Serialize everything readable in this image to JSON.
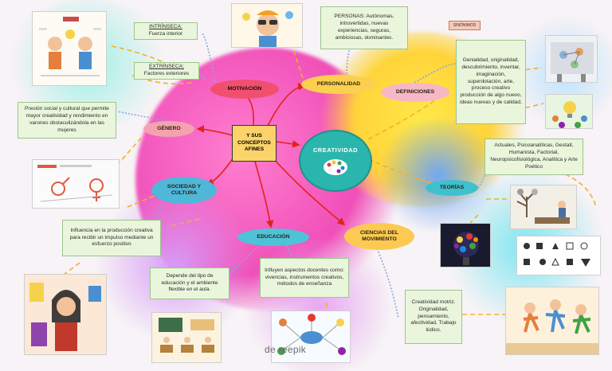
{
  "center": {
    "label": "Y SUS CONCEPTOS AFINES"
  },
  "creatividad": {
    "label": "CREATIVIDAD"
  },
  "nodes": {
    "motivacion": "MOTIVACIÓN",
    "personalidad": "PERSONALIDAD",
    "definiciones": "DEFINICIONES",
    "genero": "GÉNERO",
    "sociedad": "SOCIEDAD Y CULTURA",
    "educacion": "EDUCACIÓN",
    "ciencias": "CIENCIAS DEL MOVIMIENTO",
    "teorias": "TEORÍAS"
  },
  "boxes": {
    "intrinseca_title": "INTRÍNSECA:",
    "intrinseca_text": "Fuerza interior",
    "extrinseca_title": "EXTRÍNSECA:",
    "extrinseca_text": "Factores exteriores",
    "personas": "PERSONAS: Autónomas, introvertidas, nuevas experiencias, seguras, ambiciosas, dominantes.",
    "definicion": "Genialidad, originalidad, descubrimiento, inventar, imaginación, superdotación, arte, proceso creativo producción de algo nuevo, ideas nuevas y de calidad.",
    "genero_text": "Presión social y cultural que permite mayor creatividad y rendimiento en varones obstaculizándola en las mujeres",
    "teorias_text": "Actuales, Psicoanalíticas, Gestalt, Humanista, Factorial, Neuropsicofisiológica, Analítica y Arte Poético",
    "sociedad_text": "Influencia en la producción creativa para recibir un impulso mediante un esfuerzo positivo",
    "educacion_text": "Depende del tipo de educación y el ambiente flexible en el aula.",
    "docentes_text": "Influyen aspectos docentes como: vivencias, instrumentos creativos, métodos de enseñanza",
    "motriz_text": "Creatividad motriz. Originalidad, pensamiento, afectividad, Trabajo lúdico."
  },
  "synonyms_label": "SINÓNIMOS",
  "watermark": "de   reepik",
  "colors": {
    "motivacion": "#f0506e",
    "personalidad": "#fbd04f",
    "definiciones": "#f6b8c6",
    "genero": "#f4a3ae",
    "sociedad": "#4fb7d8",
    "educacion": "#4ec3d8",
    "ciencias": "#fcca52",
    "teorias": "#3fc0cf",
    "creatividad": "#2bb6ad",
    "arrow": "#e0241b"
  },
  "icons": [
    "motivation-illustration",
    "creative-kid-illustration",
    "brain-network-illustration",
    "lightbulb-people-illustration",
    "gender-symbols-illustration",
    "tree-person-illustration",
    "colorful-brain-illustration",
    "shapes-test-illustration",
    "artist-woman-illustration",
    "classroom-illustration",
    "mindmap-illustration",
    "dancing-kids-illustration",
    "palette-icon"
  ]
}
